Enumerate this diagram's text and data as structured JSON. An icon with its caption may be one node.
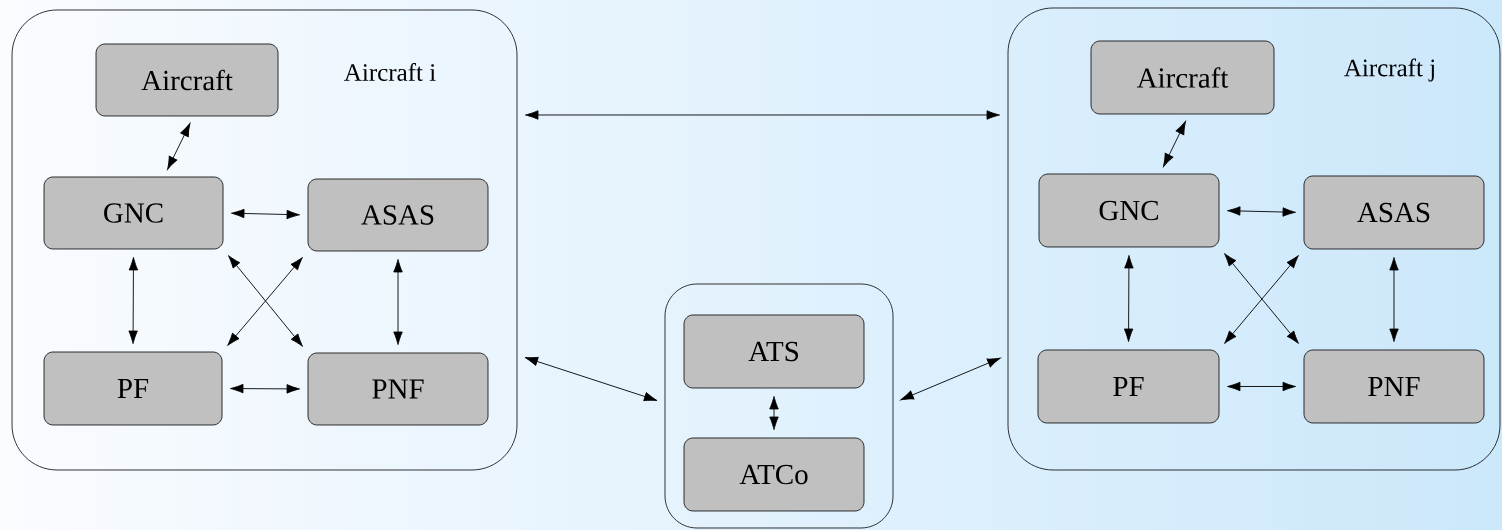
{
  "diagram": {
    "nodes": [
      {
        "text": [
          "Aircraft i"
        ]
      },
      {
        "text": [
          "Aircraft"
        ],
        "in": 0
      },
      {
        "text": [
          "GNC"
        ],
        "in": 0
      },
      {
        "text": [
          "ASAS"
        ],
        "in": 0
      },
      {
        "text": [
          "PF"
        ],
        "in": 0
      },
      {
        "text": [
          "PNF"
        ],
        "in": 0
      },
      {
        "text": [],
        "shape": "box"
      },
      {
        "text": [
          "ATS"
        ],
        "in": 6
      },
      {
        "text": [
          "ATCo"
        ],
        "in": 6
      },
      {
        "text": [
          "Aircraft j"
        ]
      },
      {
        "text": [
          "Aircraft"
        ],
        "in": 9
      },
      {
        "text": [
          "GNC"
        ],
        "in": 9
      },
      {
        "text": [
          "ASAS"
        ],
        "in": 9
      },
      {
        "text": [
          "PF"
        ],
        "in": 9
      },
      {
        "text": [
          "PNF"
        ],
        "in": 9
      }
    ],
    "edges": [
      {
        "from": 1,
        "to": 2,
        "arrow": "both"
      },
      {
        "from": 2,
        "to": 3,
        "arrow": "both"
      },
      {
        "from": 2,
        "to": 4,
        "arrow": "both"
      },
      {
        "from": 2,
        "to": 5,
        "arrow": "both"
      },
      {
        "from": 3,
        "to": 4,
        "arrow": "both"
      },
      {
        "from": 3,
        "to": 5,
        "arrow": "both"
      },
      {
        "from": 4,
        "to": 5,
        "arrow": "both"
      },
      {
        "from": 10,
        "to": 11,
        "arrow": "both"
      },
      {
        "from": 11,
        "to": 12,
        "arrow": "both"
      },
      {
        "from": 11,
        "to": 13,
        "arrow": "both"
      },
      {
        "from": 11,
        "to": 14,
        "arrow": "both"
      },
      {
        "from": 12,
        "to": 13,
        "arrow": "both"
      },
      {
        "from": 12,
        "to": 14,
        "arrow": "both"
      },
      {
        "from": 13,
        "to": 14,
        "arrow": "both"
      },
      {
        "from": 7,
        "to": 8,
        "arrow": "both"
      },
      {
        "from": 0,
        "to": 9,
        "arrow": "both"
      },
      {
        "from": 0,
        "to": 6,
        "arrow": "both"
      },
      {
        "from": 6,
        "to": 9,
        "arrow": "both"
      }
    ]
  }
}
